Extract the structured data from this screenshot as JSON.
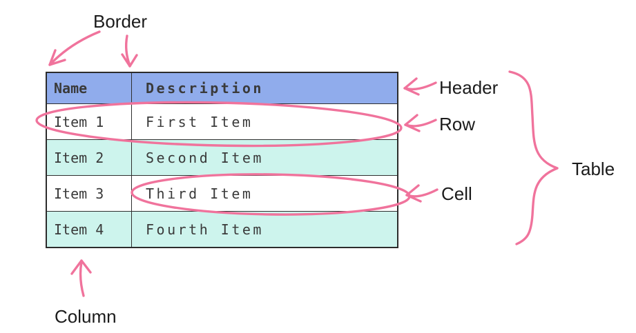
{
  "diagram": {
    "title": "table-anatomy",
    "colors": {
      "annotation_pink": "#f0739c",
      "header_blue": "#90acec",
      "row_mint": "#cdf4ed",
      "row_white": "#ffffff",
      "table_border": "#2b2b2b",
      "table_text": "#3a3a3a",
      "label_text": "#1b1b1b"
    },
    "annotations": {
      "border": "Border",
      "header": "Header",
      "row": "Row",
      "cell": "Cell",
      "table": "Table",
      "column": "Column"
    }
  },
  "table": {
    "columns": [
      "Name",
      "Description"
    ],
    "rows": [
      {
        "name": "Item 1",
        "description": "First Item"
      },
      {
        "name": "Item 2",
        "description": "Second Item"
      },
      {
        "name": "Item 3",
        "description": "Third Item"
      },
      {
        "name": "Item 4",
        "description": "Fourth Item"
      }
    ]
  }
}
